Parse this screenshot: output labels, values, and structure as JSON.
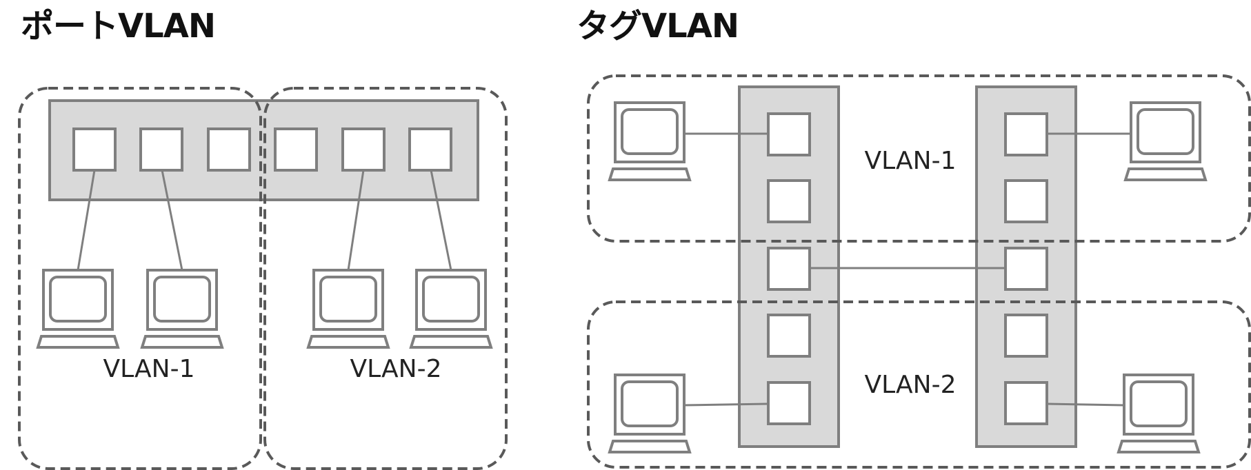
{
  "titles": {
    "port_vlan": "ポートVLAN",
    "tag_vlan": "タグVLAN"
  },
  "labels": {
    "port_vlan1": "VLAN-1",
    "port_vlan2": "VLAN-2",
    "tag_vlan1": "VLAN-1",
    "tag_vlan2": "VLAN-2"
  },
  "colors": {
    "switch_fill": "#d9d9d9",
    "stroke": "#7f7f7f",
    "dash": "#595959"
  }
}
